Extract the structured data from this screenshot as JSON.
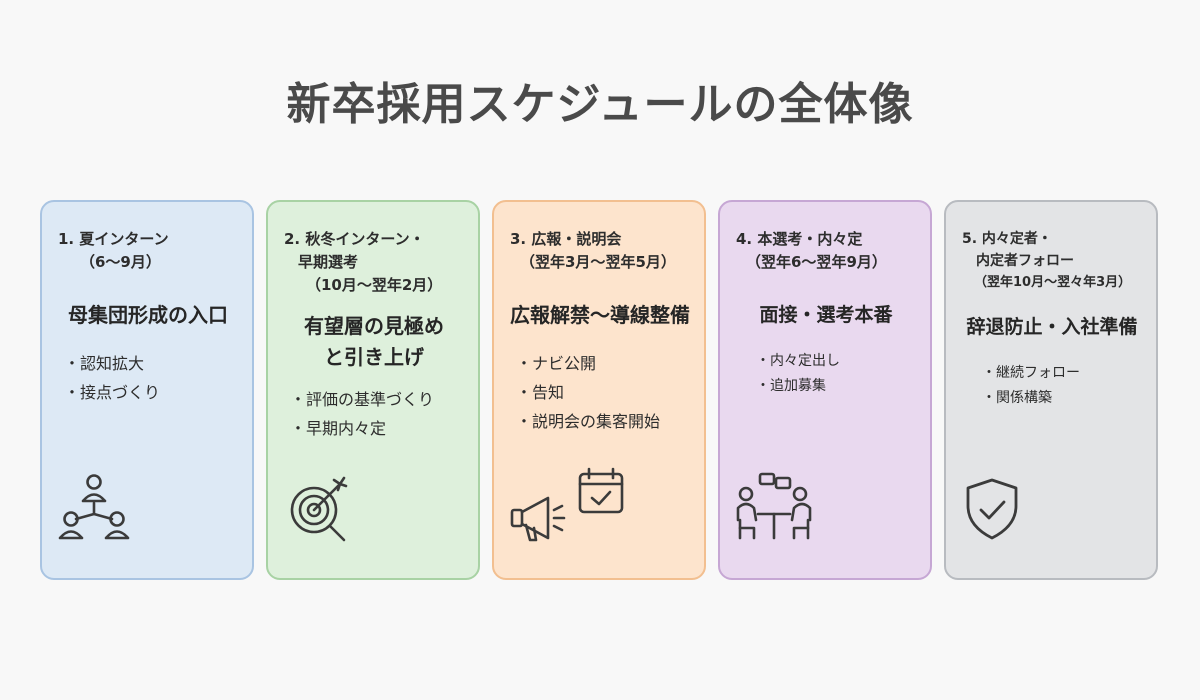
{
  "title": "新卒採用スケジュールの全体像",
  "colors": {
    "card_1": "#dde9f5",
    "card_2": "#def0dc",
    "card_3": "#fde4cd",
    "card_4": "#e9d9ef",
    "card_5": "#e3e4e6"
  },
  "cards": [
    {
      "phase_line_1": "1. 夏インターン",
      "period": "（6〜9月）",
      "headline_line_1": "母集団形成の入口",
      "bullets": [
        "認知拡大",
        "接点づくり"
      ],
      "icon": "people-network-icon"
    },
    {
      "phase_line_1": "2. 秋冬インターン・",
      "phase_line_2": "早期選考",
      "period": "（10月〜翌年2月）",
      "headline_line_1": "有望層の見極め",
      "headline_line_2": "と引き上げ",
      "bullets": [
        "評価の基準づくり",
        "早期内々定"
      ],
      "icon": "target-magnifier-icon"
    },
    {
      "phase_line_1": "3. 広報・説明会",
      "period": "（翌年3月〜翌年5月）",
      "headline_line_1": "広報解禁〜導線整備",
      "bullets": [
        "ナビ公開",
        "告知",
        "説明会の集客開始"
      ],
      "icon": "megaphone-calendar-icon"
    },
    {
      "phase_line_1": "4. 本選考・内々定",
      "period": "（翌年6〜翌年9月）",
      "headline_line_1": "面接・選考本番",
      "bullets": [
        "内々定出し",
        "追加募集"
      ],
      "icon": "interview-icon"
    },
    {
      "phase_line_1": "5. 内々定者・",
      "phase_line_2": "内定者フォロー",
      "period": "（翌年10月〜翌々年3月）",
      "headline_line_1": "辞退防止・入社準備",
      "bullets": [
        "継続フォロー",
        "関係構築"
      ],
      "icon": "shield-check-icon"
    }
  ]
}
